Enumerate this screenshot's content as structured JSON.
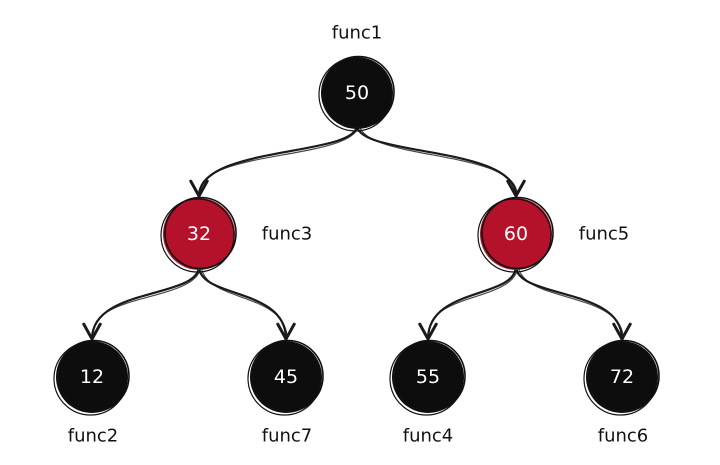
{
  "colors": {
    "black_node": "#0d0d0d",
    "red_node": "#b3122a",
    "edge": "#1a1a1a",
    "node_text": "#ffffff"
  },
  "nodes": [
    {
      "id": "n50",
      "value": "50",
      "label": "func1",
      "color": "black"
    },
    {
      "id": "n32",
      "value": "32",
      "label": "func3",
      "color": "red"
    },
    {
      "id": "n60",
      "value": "60",
      "label": "func5",
      "color": "red"
    },
    {
      "id": "n12",
      "value": "12",
      "label": "func2",
      "color": "black"
    },
    {
      "id": "n45",
      "value": "45",
      "label": "func7",
      "color": "black"
    },
    {
      "id": "n55",
      "value": "55",
      "label": "func4",
      "color": "black"
    },
    {
      "id": "n72",
      "value": "72",
      "label": "func6",
      "color": "black"
    }
  ],
  "edges": [
    {
      "from": "n50",
      "to": "n32"
    },
    {
      "from": "n50",
      "to": "n60"
    },
    {
      "from": "n32",
      "to": "n12"
    },
    {
      "from": "n32",
      "to": "n45"
    },
    {
      "from": "n60",
      "to": "n55"
    },
    {
      "from": "n60",
      "to": "n72"
    }
  ]
}
